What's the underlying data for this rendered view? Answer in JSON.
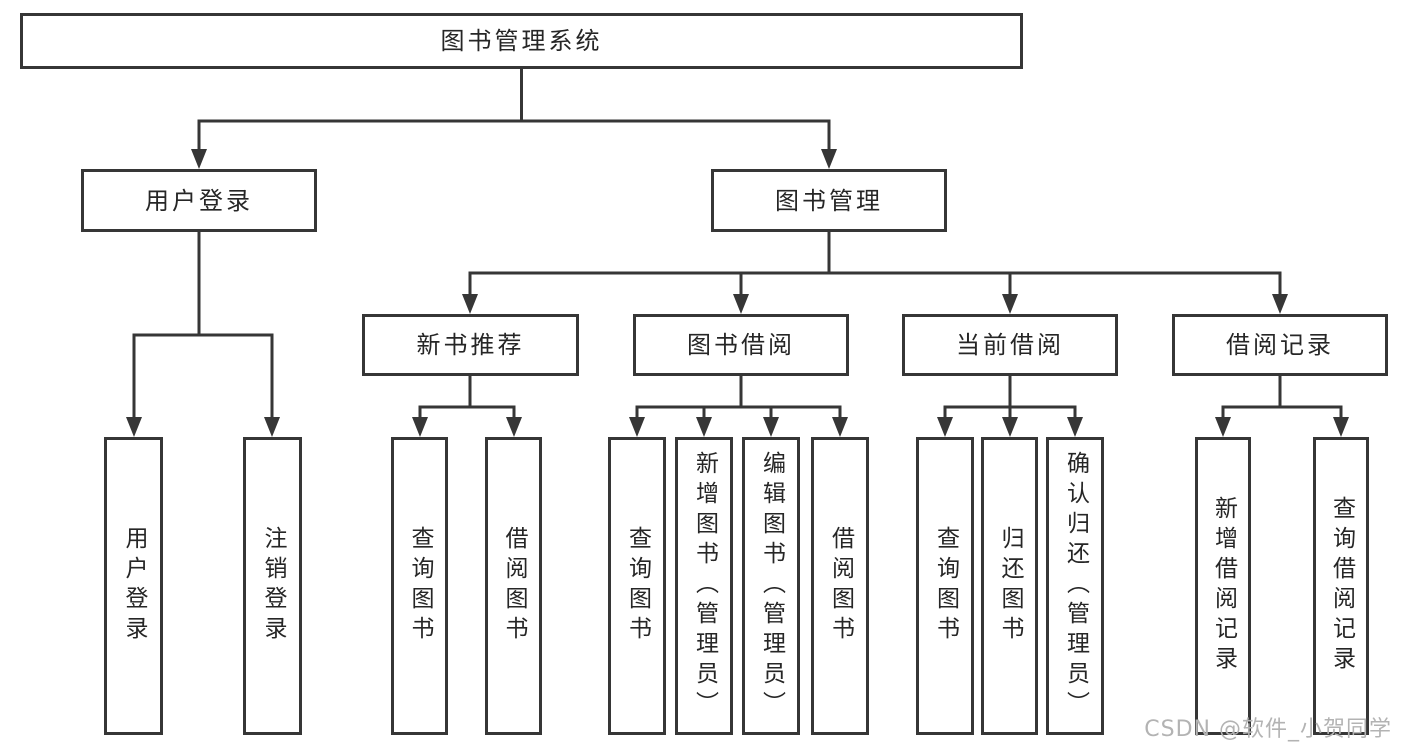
{
  "diagram": {
    "root": {
      "label": "图书管理系统",
      "children": [
        {
          "label": "用户登录",
          "children": [
            {
              "label": "用户登录"
            },
            {
              "label": "注销登录"
            }
          ]
        },
        {
          "label": "图书管理",
          "children": [
            {
              "label": "新书推荐",
              "children": [
                {
                  "label": "查询图书"
                },
                {
                  "label": "借阅图书"
                }
              ]
            },
            {
              "label": "图书借阅",
              "children": [
                {
                  "label": "查询图书"
                },
                {
                  "label": "新增图书（管理员）"
                },
                {
                  "label": "编辑图书（管理员）"
                },
                {
                  "label": "借阅图书"
                }
              ]
            },
            {
              "label": "当前借阅",
              "children": [
                {
                  "label": "查询图书"
                },
                {
                  "label": "归还图书"
                },
                {
                  "label": "确认归还（管理员）"
                }
              ]
            },
            {
              "label": "借阅记录",
              "children": [
                {
                  "label": "新增借阅记录"
                },
                {
                  "label": "查询借阅记录"
                }
              ]
            }
          ]
        }
      ]
    },
    "watermark": "CSDN @软件_小贺同学",
    "colors": {
      "line": "#363636",
      "text": "#262626",
      "watermark": "#b3b3b3",
      "background": "#ffffff"
    }
  }
}
